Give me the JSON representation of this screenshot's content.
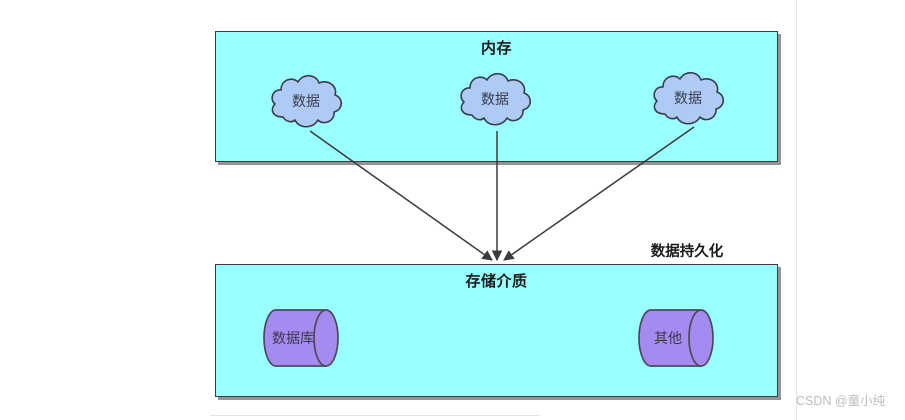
{
  "diagram": {
    "regions": [
      {
        "id": "memory",
        "title": "内存"
      },
      {
        "id": "storage",
        "title": "存储介质"
      }
    ],
    "floating_label": "数据持久化",
    "clouds": [
      {
        "label": "数据"
      },
      {
        "label": "数据"
      },
      {
        "label": "数据"
      }
    ],
    "cylinders": [
      {
        "label": "数据库"
      },
      {
        "label": "其他"
      }
    ],
    "arrows": [
      {
        "from": "cloud-1",
        "to": "storage"
      },
      {
        "from": "cloud-2",
        "to": "storage"
      },
      {
        "from": "cloud-3",
        "to": "storage"
      }
    ],
    "colors": {
      "region_fill": "#99FFFF",
      "region_border": "#3B3B3B",
      "cloud_fill": "#AECBF5",
      "cloud_border": "#3B3B4B",
      "cylinder_fill": "#A58AF0",
      "cylinder_border": "#4A4A5A",
      "arrow": "#3B3B3B",
      "text": "#1B1B1B",
      "watermark": "#BDBDBD"
    }
  },
  "watermark": {
    "text": "CSDN @童小纯"
  }
}
